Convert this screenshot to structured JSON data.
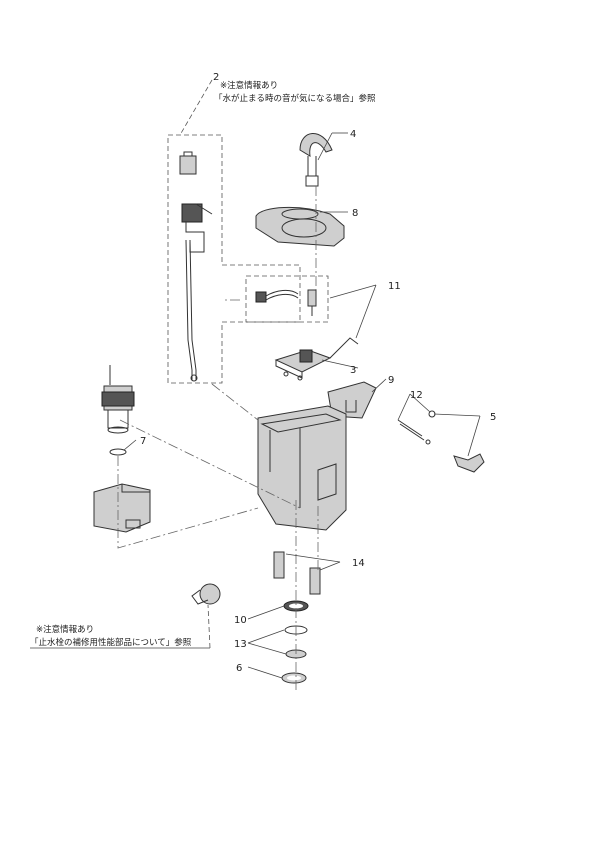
{
  "callouts": [
    "2",
    "3",
    "4",
    "5",
    "6",
    "7",
    "8",
    "9",
    "10",
    "11",
    "12",
    "13",
    "14"
  ],
  "notes": {
    "top": {
      "line1": "※注意情報あり",
      "line2": "「水が止まる時の音が気になる場合」参照"
    },
    "bottom": {
      "line1": "※注意情報あり",
      "line2": "「止水栓の補修用性能部品について」参照"
    }
  }
}
